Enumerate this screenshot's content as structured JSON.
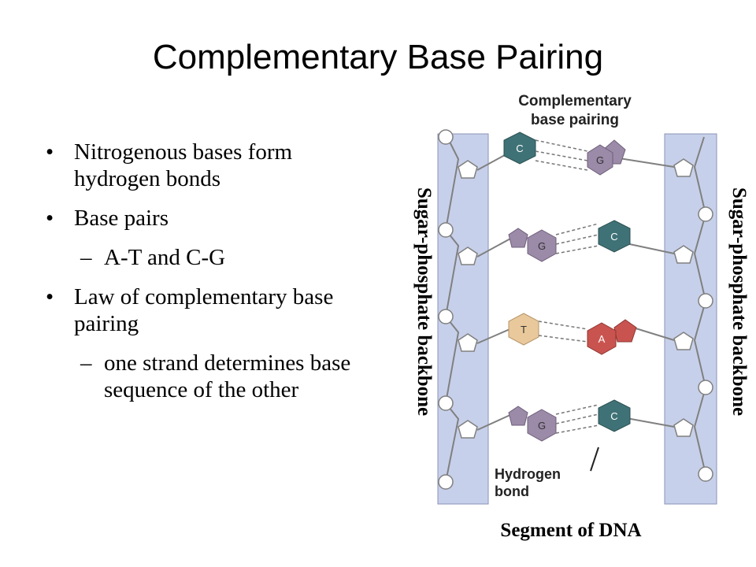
{
  "slide": {
    "title": "Complementary Base Pairing"
  },
  "bullets": [
    {
      "text": "Nitrogenous bases form hydrogen bonds"
    },
    {
      "text": "Base pairs"
    },
    {
      "text": "A-T and C-G"
    },
    {
      "text": "Law of complementary base pairing"
    },
    {
      "text": "one strand determines base sequence of the other"
    }
  ],
  "bullet_marks": {
    "level1": "•",
    "level2": "–"
  },
  "diagram": {
    "top_label_line1": "Complementary",
    "top_label_line2": "base pairing",
    "left_backbone_label": "Sugar-phosphate backbone",
    "right_backbone_label": "Sugar-phosphate backbone",
    "hbond_label_line1": "Hydrogen",
    "hbond_label_line2": "bond",
    "caption": "Segment of DNA",
    "pairs": [
      {
        "left": "C",
        "right": "G"
      },
      {
        "left": "G",
        "right": "C"
      },
      {
        "left": "T",
        "right": "A"
      },
      {
        "left": "G",
        "right": "C"
      }
    ],
    "colors": {
      "backbone_fill": "#c7d0ea",
      "C": "#3f7276",
      "G": "#9b8aa8",
      "T": "#e9c99b",
      "A": "#c9544f"
    }
  }
}
